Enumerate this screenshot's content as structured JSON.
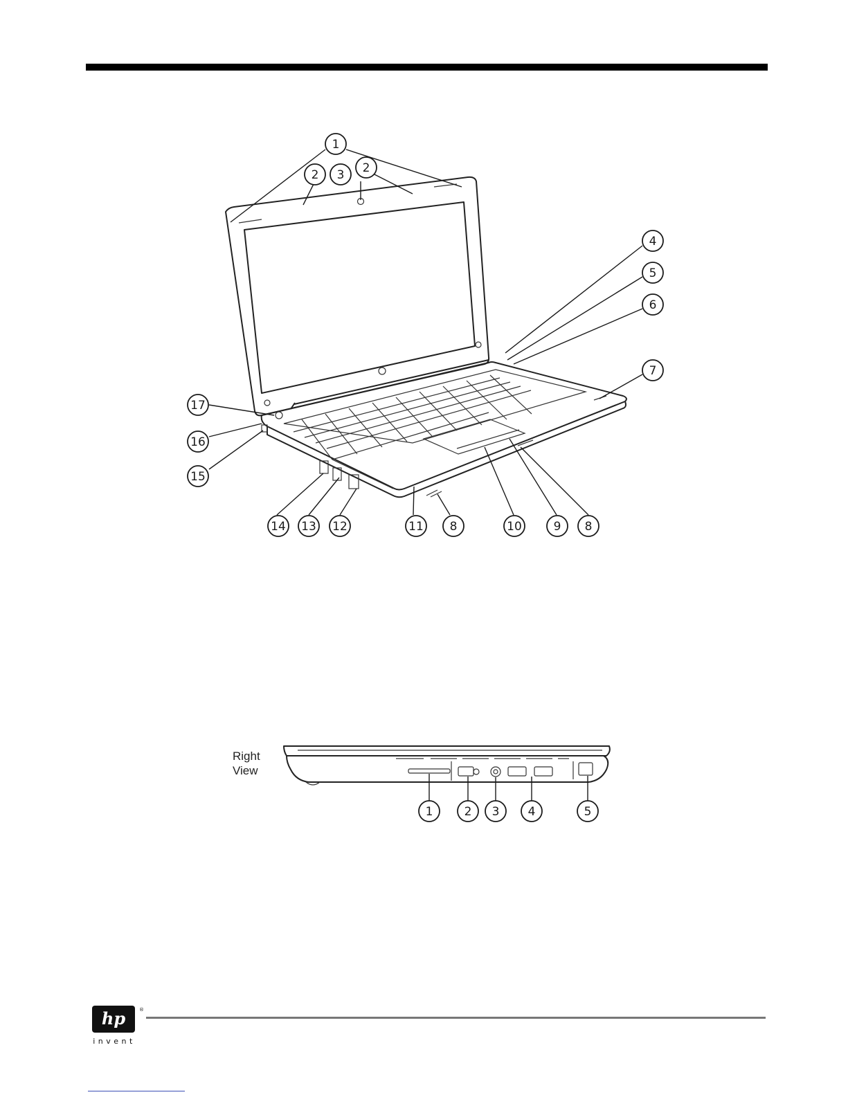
{
  "front_view": {
    "callouts": [
      "1",
      "2",
      "3",
      "2",
      "4",
      "5",
      "6",
      "7",
      "17",
      "16",
      "15",
      "14",
      "13",
      "12",
      "11",
      "8",
      "10",
      "9",
      "8"
    ]
  },
  "right_view": {
    "label_line1": "Right",
    "label_line2": "View",
    "callouts": [
      "1",
      "2",
      "3",
      "4",
      "5"
    ]
  },
  "footer": {
    "logo_letters": "hp",
    "logo_word": "invent",
    "registered_mark": "®"
  }
}
